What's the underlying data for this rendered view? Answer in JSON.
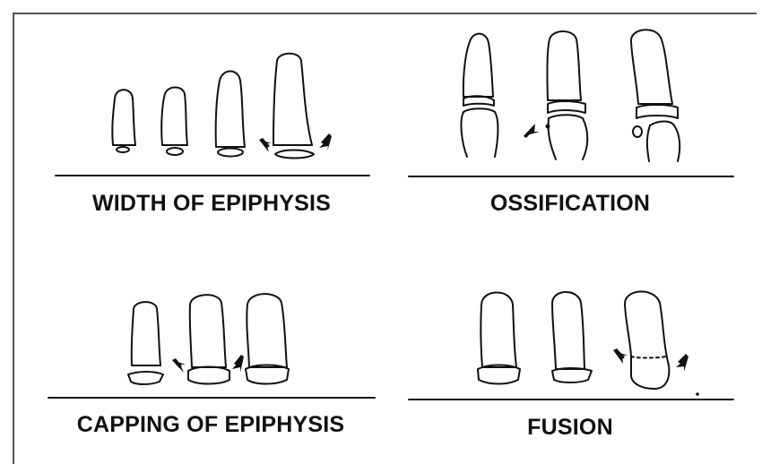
{
  "panels": {
    "width_of_epiphysis": {
      "caption": "WIDTH OF EPIPHYSIS"
    },
    "ossification": {
      "caption": "OSSIFICATION"
    },
    "capping_of_epiphysis": {
      "caption": "CAPPING OF EPIPHYSIS"
    },
    "fusion": {
      "caption": "FUSION"
    }
  },
  "colors": {
    "line": "#111111",
    "background": "#ffffff",
    "frame": "#555555"
  }
}
